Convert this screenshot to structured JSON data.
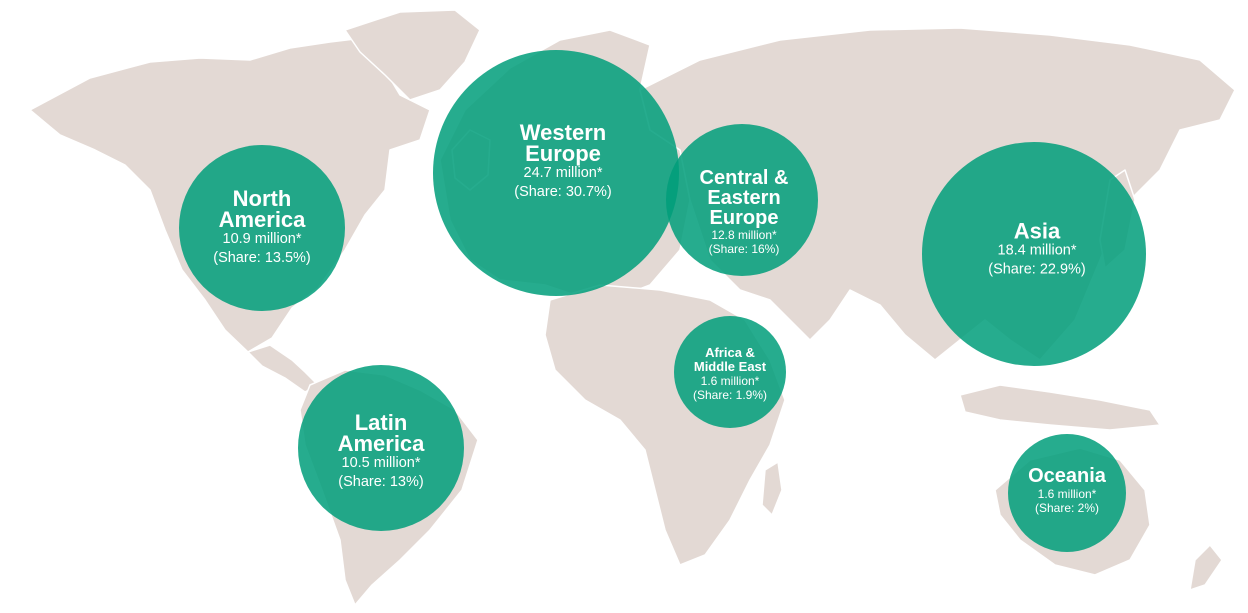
{
  "map": {
    "land_color": "#e3d9d4",
    "border_color": "#ffffff",
    "bubble_color": "#009e7a"
  },
  "regions": [
    {
      "id": "north-america",
      "name": "North\nAmerica",
      "value": "10.9 million*",
      "share": "(Share: 13.5%)",
      "users_millions": 10.9,
      "share_percent": 13.5
    },
    {
      "id": "western-europe",
      "name": "Western\nEurope",
      "value": "24.7 million*",
      "share": "(Share: 30.7%)",
      "users_millions": 24.7,
      "share_percent": 30.7
    },
    {
      "id": "central-eastern-europe",
      "name": "Central &\nEastern\nEurope",
      "value": "12.8 million*",
      "share": "(Share: 16%)",
      "users_millions": 12.8,
      "share_percent": 16
    },
    {
      "id": "asia",
      "name": "Asia",
      "value": "18.4 million*",
      "share": "(Share: 22.9%)",
      "users_millions": 18.4,
      "share_percent": 22.9
    },
    {
      "id": "africa-middle-east",
      "name": "Africa &\nMiddle East",
      "value": "1.6 million*",
      "share": "(Share: 1.9%)",
      "users_millions": 1.6,
      "share_percent": 1.9
    },
    {
      "id": "latin-america",
      "name": "Latin\nAmerica",
      "value": "10.5 million*",
      "share": "(Share: 13%)",
      "users_millions": 10.5,
      "share_percent": 13
    },
    {
      "id": "oceania",
      "name": "Oceania",
      "value": "1.6 million*",
      "share": "(Share: 2%)",
      "users_millions": 1.6,
      "share_percent": 2
    }
  ]
}
